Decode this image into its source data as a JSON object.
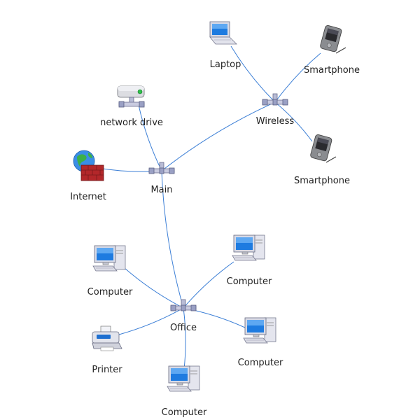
{
  "diagram": {
    "nodes": {
      "laptop": {
        "label": "Laptop",
        "icon": "laptop-icon"
      },
      "phone1": {
        "label": "Smartphone",
        "icon": "smartphone-icon"
      },
      "wireless": {
        "label": "Wireless",
        "icon": "hub-icon"
      },
      "phone2": {
        "label": "Smartphone",
        "icon": "smartphone-icon"
      },
      "netdrive": {
        "label": "network drive",
        "icon": "network-drive-icon"
      },
      "internet": {
        "label": "Internet",
        "icon": "firewall-globe-icon"
      },
      "main": {
        "label": "Main",
        "icon": "hub-icon"
      },
      "comp_left": {
        "label": "Computer",
        "icon": "computer-icon"
      },
      "comp_right": {
        "label": "Computer",
        "icon": "computer-icon"
      },
      "office": {
        "label": "Office",
        "icon": "hub-icon"
      },
      "printer": {
        "label": "Printer",
        "icon": "printer-icon"
      },
      "comp_bot_r": {
        "label": "Computer",
        "icon": "computer-icon"
      },
      "comp_bot": {
        "label": "Computer",
        "icon": "computer-icon"
      }
    },
    "edges": [
      [
        "laptop",
        "wireless"
      ],
      [
        "phone1",
        "wireless"
      ],
      [
        "phone2",
        "wireless"
      ],
      [
        "wireless",
        "main"
      ],
      [
        "internet",
        "main"
      ],
      [
        "netdrive",
        "main"
      ],
      [
        "main",
        "office"
      ],
      [
        "comp_left",
        "office"
      ],
      [
        "comp_right",
        "office"
      ],
      [
        "printer",
        "office"
      ],
      [
        "comp_bot_r",
        "office"
      ],
      [
        "comp_bot",
        "office"
      ]
    ],
    "colors": {
      "edge": "#3c7fd6"
    }
  }
}
